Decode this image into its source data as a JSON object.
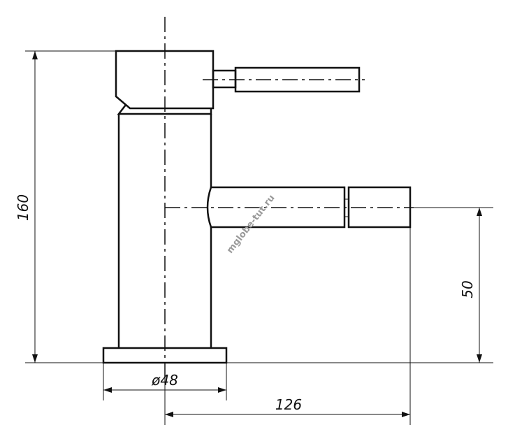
{
  "title": "",
  "dimensions": {
    "total_height": "160",
    "spout_height": "50",
    "base_diameter": "ø48",
    "spout_reach": "126"
  },
  "watermark": "mglobe-tut.ru",
  "colors": {
    "line": "#111111",
    "watermark": "#9a9a9a",
    "background": "#ffffff"
  }
}
